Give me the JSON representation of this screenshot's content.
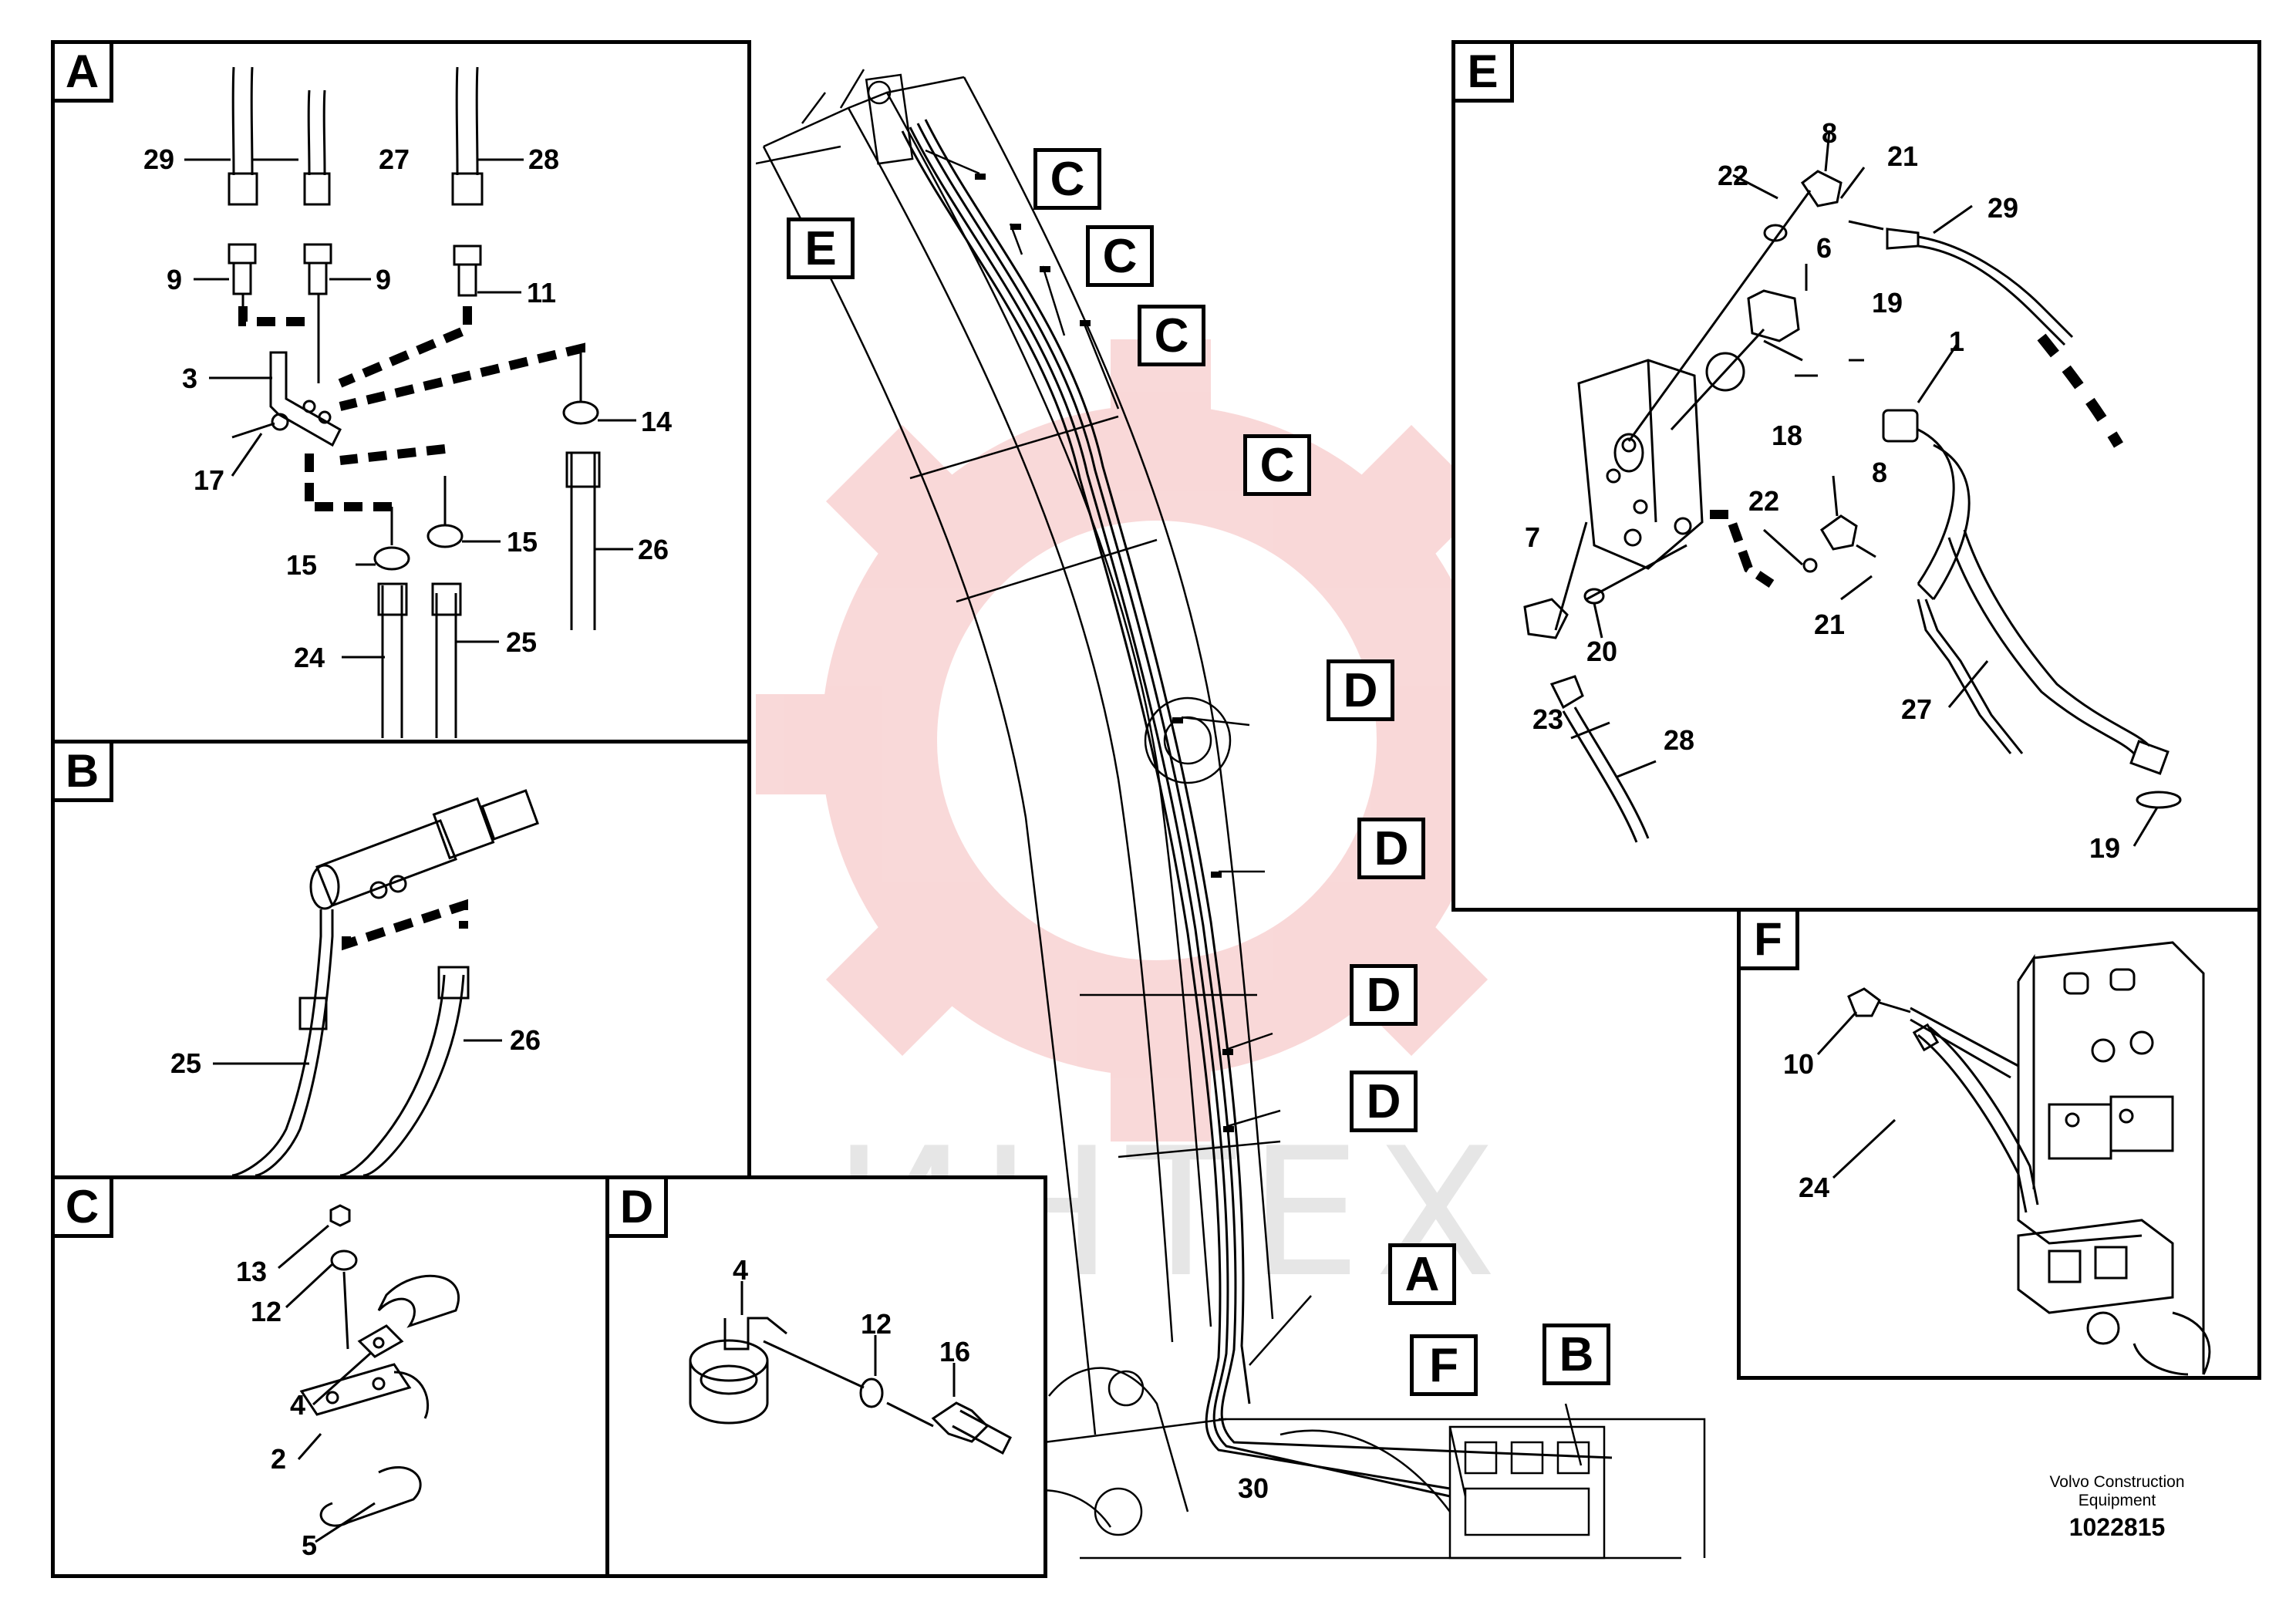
{
  "panels": {
    "A": {
      "label": "A",
      "parts": [
        "29",
        "27",
        "28",
        "9",
        "9",
        "11",
        "3",
        "14",
        "17",
        "15",
        "15",
        "26",
        "24",
        "25"
      ]
    },
    "B": {
      "label": "B",
      "parts": [
        "25",
        "26"
      ]
    },
    "C": {
      "label": "C",
      "parts": [
        "13",
        "12",
        "4",
        "2",
        "5"
      ]
    },
    "D": {
      "label": "D",
      "parts": [
        "4",
        "12",
        "16"
      ]
    },
    "E": {
      "label": "E",
      "parts": [
        "8",
        "22",
        "21",
        "29",
        "6",
        "19",
        "1",
        "18",
        "22",
        "8",
        "7",
        "20",
        "21",
        "23",
        "28",
        "27",
        "19"
      ]
    },
    "F": {
      "label": "F",
      "parts": [
        "10",
        "24"
      ]
    }
  },
  "main": {
    "callouts": [
      "E",
      "C",
      "C",
      "C",
      "C",
      "D",
      "D",
      "D",
      "D",
      "A",
      "F",
      "B"
    ],
    "parts": [
      "30"
    ]
  },
  "watermark": "ИНТЕХ",
  "footer": {
    "company": "Volvo Construction Equipment",
    "drawing_number": "1022815"
  },
  "colors": {
    "line": "#000000",
    "watermark_logo": "#f5c6c6",
    "watermark_text": "#e6e6e6"
  }
}
